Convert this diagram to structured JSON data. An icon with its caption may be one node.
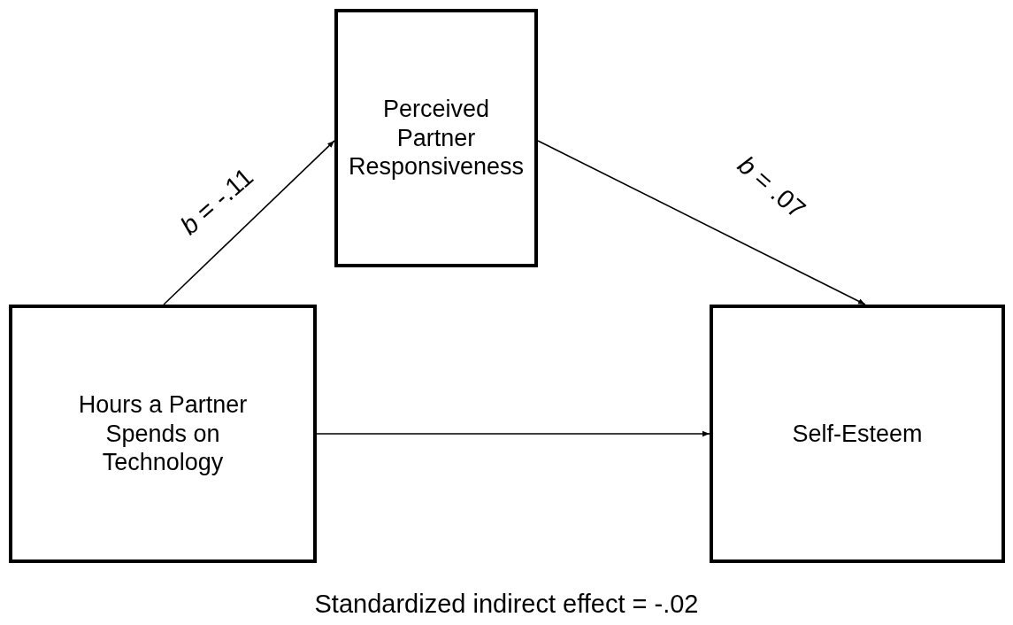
{
  "diagram": {
    "caption": "Standardized indirect effect = -.02",
    "nodes": [
      {
        "text": [
          "Perceived Partner Responsiveness"
        ]
      },
      {
        "text": [
          "Hours a Partner Spends on Technology"
        ]
      },
      {
        "text": [
          "Self-Esteem"
        ]
      }
    ],
    "edges": [
      {
        "from": 1,
        "to": 0,
        "arrow": "to",
        "label": "*b* = -.11"
      },
      {
        "from": 0,
        "to": 2,
        "arrow": "to",
        "label": "*b* = .07"
      },
      {
        "from": 1,
        "to": 2,
        "arrow": "to"
      }
    ]
  }
}
